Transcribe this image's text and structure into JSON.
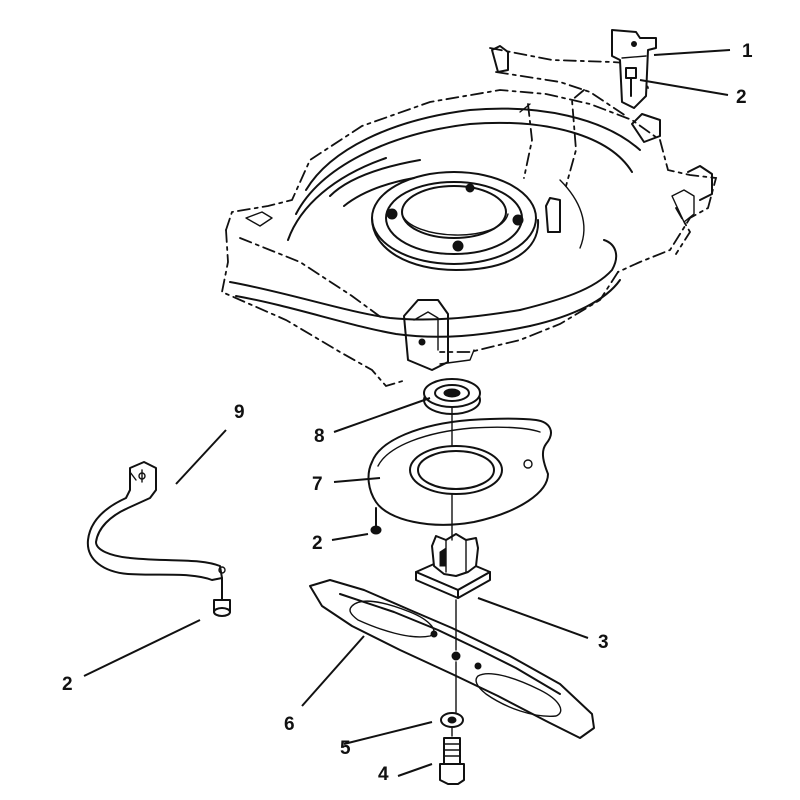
{
  "callouts": [
    {
      "id": "c1",
      "label": "1"
    },
    {
      "id": "c2a",
      "label": "2"
    },
    {
      "id": "c2b",
      "label": "2"
    },
    {
      "id": "c2c",
      "label": "2"
    },
    {
      "id": "c3",
      "label": "3"
    },
    {
      "id": "c4",
      "label": "4"
    },
    {
      "id": "c5",
      "label": "5"
    },
    {
      "id": "c6",
      "label": "6"
    },
    {
      "id": "c7",
      "label": "7"
    },
    {
      "id": "c8",
      "label": "8"
    },
    {
      "id": "c9",
      "label": "9"
    }
  ],
  "colors": {
    "ink": "#111111",
    "paper": "#ffffff"
  }
}
